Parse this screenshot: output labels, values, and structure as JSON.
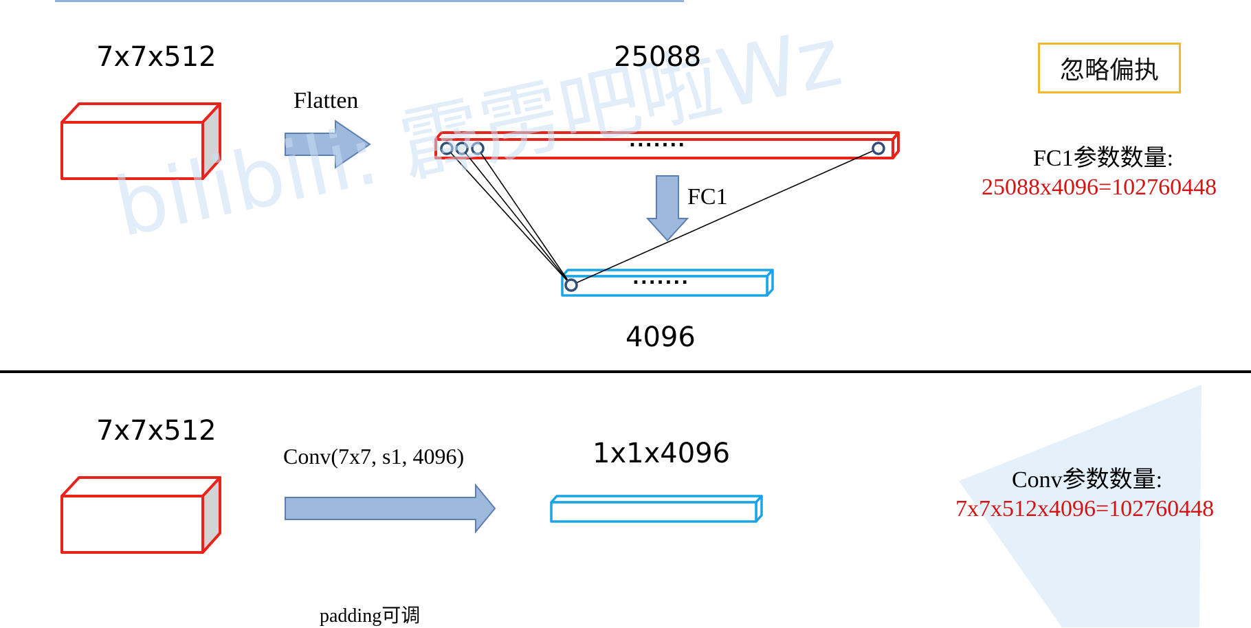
{
  "watermark": "bilibili: 霹雳吧啦Wz",
  "badge": "忽略偏执",
  "top": {
    "input_dims": "7x7x512",
    "flatten_label": "Flatten",
    "flat_size": "25088",
    "dots_flat": ".......",
    "fc_label": "FC1",
    "dots_fc": ".......",
    "fc_size": "4096",
    "param_title": "FC1参数数量:",
    "param_formula": "25088x4096=102760448"
  },
  "bottom": {
    "input_dims": "7x7x512",
    "conv_label": "Conv(7x7, s1, 4096)",
    "output_dims": "1x1x4096",
    "param_title": "Conv参数数量:",
    "param_formula": "7x7x512x4096=102760448",
    "padding_note": "padding可调"
  },
  "colors": {
    "input_block": "#e8231c",
    "fc_block": "#1aa4e6",
    "arrow_fill": "#9fb9dc",
    "arrow_stroke": "#5a7fb4",
    "badge_border": "#f0b92a",
    "formula_text": "#d21414"
  }
}
